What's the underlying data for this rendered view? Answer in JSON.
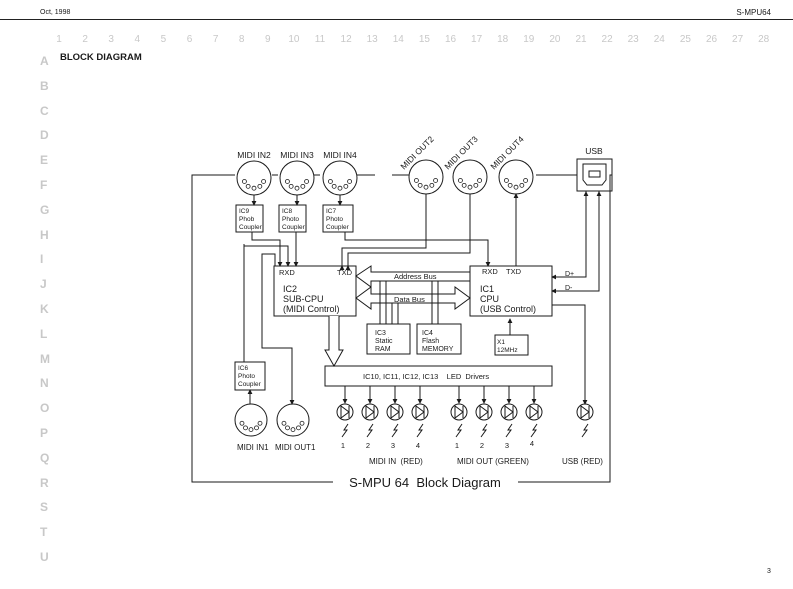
{
  "header": {
    "date": "Oct, 1998",
    "model": "S-MPU64"
  },
  "grid": {
    "columns": [
      "1",
      "2",
      "3",
      "4",
      "5",
      "6",
      "7",
      "8",
      "9",
      "10",
      "11",
      "12",
      "13",
      "14",
      "15",
      "16",
      "17",
      "18",
      "19",
      "20",
      "21",
      "22",
      "23",
      "24",
      "25",
      "26",
      "27",
      "28"
    ],
    "rows": [
      "A",
      "B",
      "C",
      "D",
      "E",
      "F",
      "G",
      "H",
      "I",
      "J",
      "K",
      "L",
      "M",
      "N",
      "O",
      "P",
      "Q",
      "R",
      "S",
      "T",
      "U"
    ]
  },
  "section_title": "BLOCK DIAGRAM",
  "page_number": "3",
  "diagram": {
    "title": "S-MPU 64  Block Diagram",
    "connectors": {
      "midi_in2": "MIDI IN2",
      "midi_in3": "MIDI IN3",
      "midi_in4": "MIDI IN4",
      "midi_out2": "MIDI OUT2",
      "midi_out3": "MIDI OUT3",
      "midi_out4": "MIDI OUT4",
      "usb": "USB",
      "midi_in1": "MIDI IN1",
      "midi_out1": "MIDI OUT1"
    },
    "photocouplers": {
      "ic9": [
        "IC9",
        "Phob",
        "Coupler"
      ],
      "ic8": [
        "IC8",
        "Photo",
        "Coupler"
      ],
      "ic7": [
        "IC7",
        "Photo",
        "Coupler"
      ],
      "ic6": [
        "IC6",
        "Photo",
        "Coupler"
      ]
    },
    "ic2": {
      "rxd": "RXD",
      "txd": "TXD",
      "lines": [
        "IC2",
        "SUB-CPU",
        "(MIDI  Control)"
      ]
    },
    "ic1": {
      "rxd": "RXD",
      "txd": "TXD",
      "lines": [
        "IC1",
        "CPU",
        "(USB Control)"
      ]
    },
    "ic3": [
      "IC3",
      "Static",
      "RAM"
    ],
    "ic4": [
      "IC4",
      "Flash",
      "MEMORY"
    ],
    "x1": [
      "X1",
      "12MHz"
    ],
    "address_bus": "Address Bus",
    "data_bus": "Data Bus",
    "usb_dplus": "D+",
    "usb_dminus": "D-",
    "led_drivers": "IC10, IC11, IC12, IC13    LED  Drivers",
    "led_numbers_in": [
      "1",
      "2",
      "3",
      "4"
    ],
    "led_numbers_out": [
      "1",
      "2",
      "3",
      "4"
    ],
    "led_group_in": "MIDI IN  (RED)",
    "led_group_out": "MIDI OUT (GREEN)",
    "led_group_usb": "USB (RED)"
  }
}
